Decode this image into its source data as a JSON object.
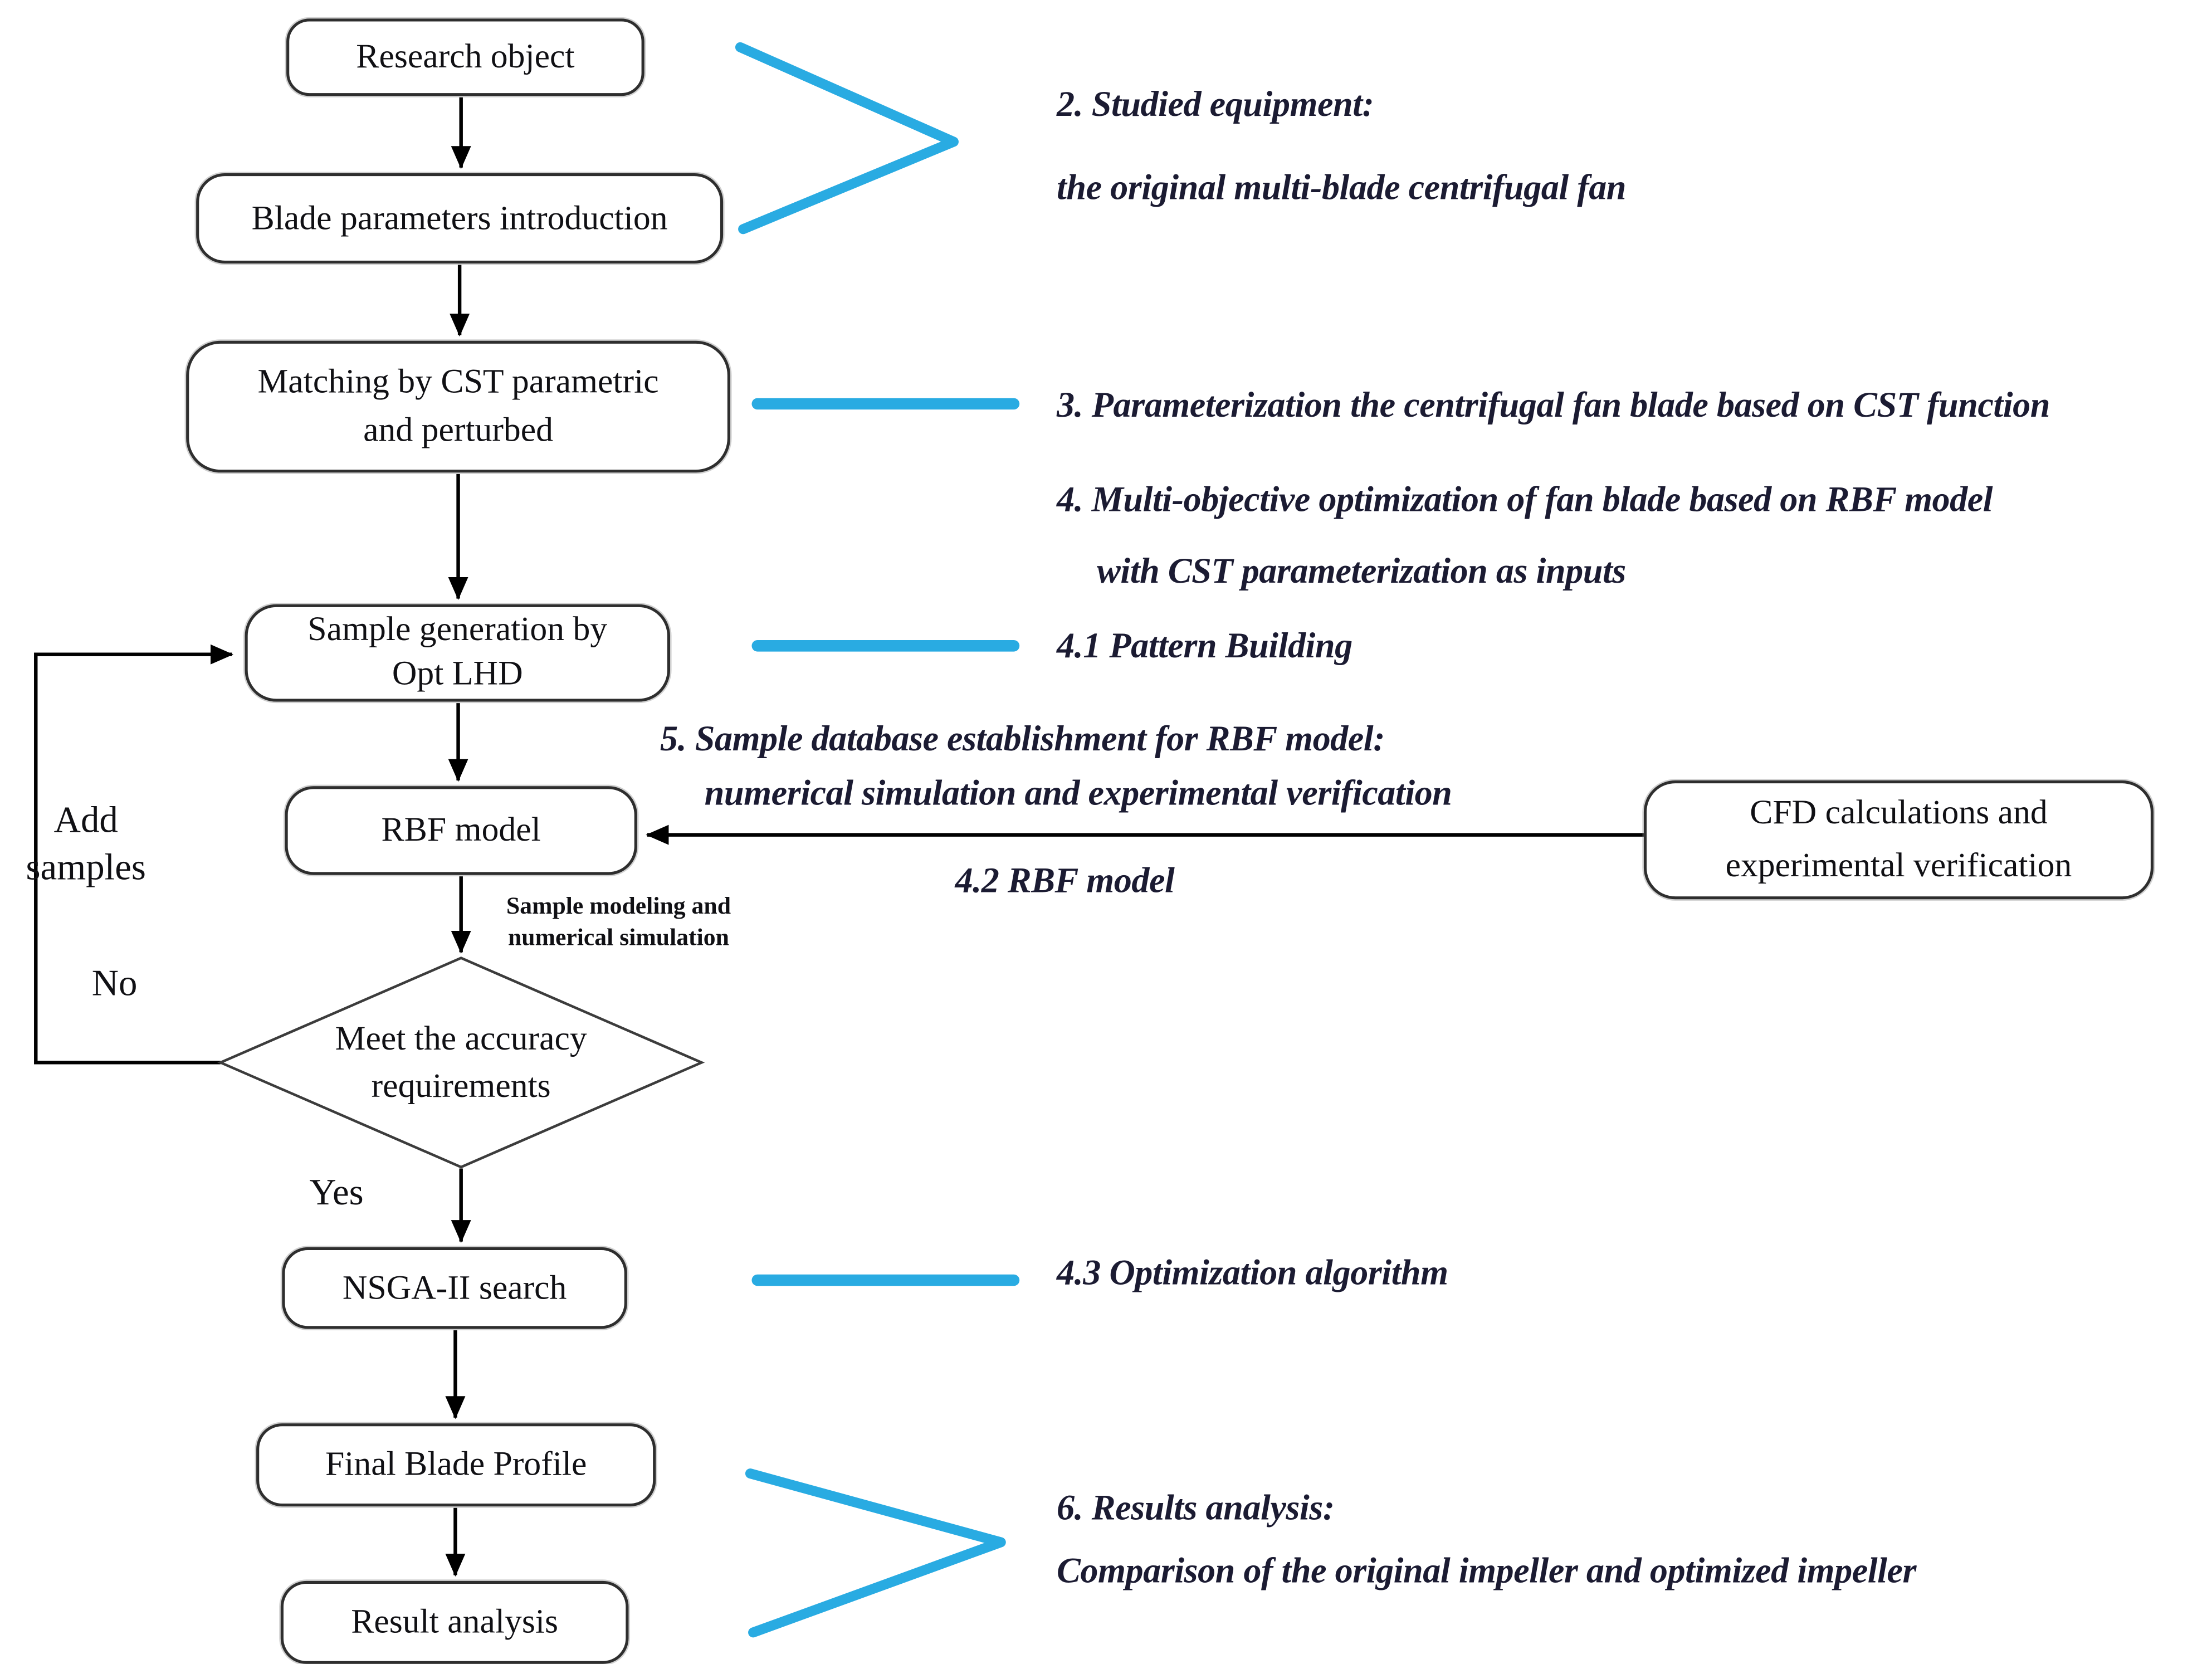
{
  "colors": {
    "accent": "#29ABE2",
    "line": "#000000",
    "box_border": "#2e2e2e",
    "annotation_text": "#1b1b32"
  },
  "nodes": {
    "research": {
      "label": "Research object"
    },
    "blade": {
      "label": "Blade parameters introduction"
    },
    "matching": {
      "line1": "Matching by CST parametric",
      "line2": "and perturbed"
    },
    "sample_gen": {
      "line1": "Sample generation by",
      "line2": "Opt LHD"
    },
    "rbf": {
      "label": "RBF model"
    },
    "cfd": {
      "line1": "CFD calculations and",
      "line2": "experimental verification"
    },
    "decision": {
      "line1": "Meet the accuracy",
      "line2": "requirements"
    },
    "nsga": {
      "label": "NSGA-II search"
    },
    "final_blade": {
      "label": "Final Blade Profile"
    },
    "result": {
      "label": "Result analysis"
    }
  },
  "edge_labels": {
    "add_samples_line1": "Add",
    "add_samples_line2": "samples",
    "no": "No",
    "yes": "Yes",
    "sample_modeling_line1": "Sample modeling and",
    "sample_modeling_line2": "numerical simulation"
  },
  "annotations": {
    "a2_line1": "2. Studied equipment:",
    "a2_line2": "the original multi-blade centrifugal fan",
    "a3": "3. Parameterization the centrifugal fan blade based on CST function",
    "a4_line1": "4. Multi-objective optimization of fan blade based on RBF model",
    "a4_line2": "with CST parameterization as inputs",
    "a41": "4.1 Pattern Building",
    "a5_line1": "5. Sample database establishment for RBF model:",
    "a5_line2": "numerical simulation and experimental verification",
    "a42": "4.2 RBF model",
    "a43": "4.3 Optimization algorithm",
    "a6_line1": "6. Results analysis:",
    "a6_line2": "Comparison of the original impeller and optimized impeller"
  }
}
